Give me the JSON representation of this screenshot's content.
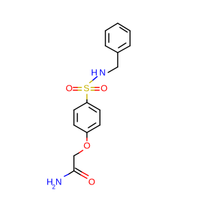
{
  "molecule": {
    "atoms": {
      "nh": "N",
      "nh_h": "H",
      "s": "S",
      "o_left": "O",
      "o_right": "O",
      "o_ether": "O",
      "o_carbonyl": "O",
      "nh2_h": "H",
      "nh2_n": "N",
      "nh2_sub": "2"
    },
    "colors": {
      "carbon": "#000000",
      "nitrogen": "#0000ff",
      "oxygen": "#ff0000",
      "sulfur": "#c8b400"
    }
  }
}
